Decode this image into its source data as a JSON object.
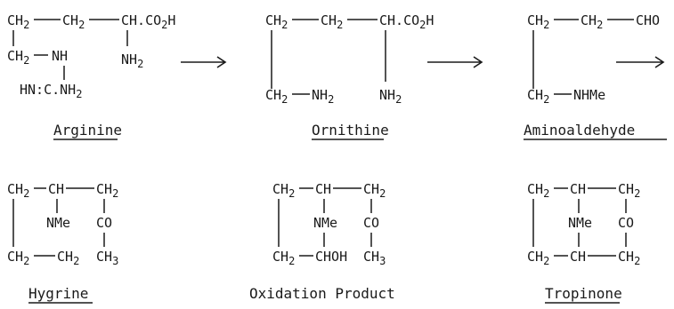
{
  "compounds": [
    {
      "name": "Arginine",
      "underlined": true,
      "formula": {
        "c1": "CH2",
        "c2": "CH2",
        "c3": "CH.CO2H",
        "c4": "CH2",
        "n1": "NH",
        "n2": "NH2",
        "n3": "HN:C.NH2"
      }
    },
    {
      "name": "Ornithine",
      "underlined": true,
      "formula": {
        "c1": "CH2",
        "c2": "CH2",
        "c3": "CH.CO2H",
        "c4": "CH2",
        "n1": "NH2",
        "n2": "NH2"
      }
    },
    {
      "name": "Aminoaldehyde",
      "underlined": true,
      "formula": {
        "c1": "CH2",
        "c2": "CH2",
        "cho": "CHO",
        "c4": "CH2",
        "n1": "NHMe"
      }
    },
    {
      "name": "Hygrine",
      "underlined": true,
      "formula": {
        "c1": "CH2",
        "c2": "CH",
        "c3": "CH2",
        "n": "NMe",
        "co": "CO",
        "c4": "CH2",
        "c5": "CH2",
        "c6": "CH3"
      }
    },
    {
      "name": "Oxidation Product",
      "underlined": false,
      "formula": {
        "c1": "CH2",
        "c2": "CH",
        "c3": "CH2",
        "n": "NMe",
        "co": "CO",
        "c4": "CH2",
        "c5": "CHOH",
        "c6": "CH3"
      }
    },
    {
      "name": "Tropinone",
      "underlined": true,
      "formula": {
        "c1": "CH2",
        "c2": "CH",
        "c3": "CH2",
        "n": "NMe",
        "co": "CO",
        "c4": "CH2",
        "c5": "CH",
        "c6": "CH2"
      }
    }
  ],
  "arrows": [
    {
      "from": "Arginine",
      "to": "Ornithine"
    },
    {
      "from": "Ornithine",
      "to": "Aminoaldehyde"
    },
    {
      "from": "Aminoaldehyde",
      "to": "Hygrine"
    }
  ]
}
